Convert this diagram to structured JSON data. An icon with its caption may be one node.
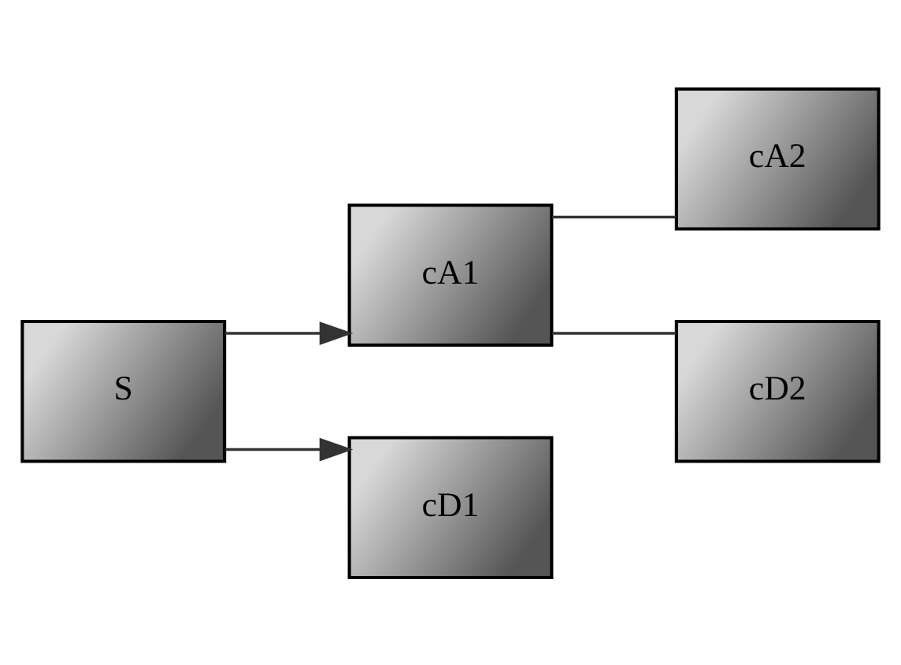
{
  "diagram": {
    "nodes": [
      {
        "text": [
          "S"
        ]
      },
      {
        "text": [
          "cA1"
        ]
      },
      {
        "text": [
          "cD1"
        ]
      },
      {
        "text": [
          "cA2"
        ]
      },
      {
        "text": [
          "cD2"
        ]
      }
    ],
    "edges": [
      {
        "from": 0,
        "to": 1,
        "arrow": "to"
      },
      {
        "from": 0,
        "to": 2,
        "arrow": "to"
      },
      {
        "from": 1,
        "to": 3,
        "arrow": "none"
      },
      {
        "from": 1,
        "to": 4,
        "arrow": "none"
      }
    ]
  }
}
